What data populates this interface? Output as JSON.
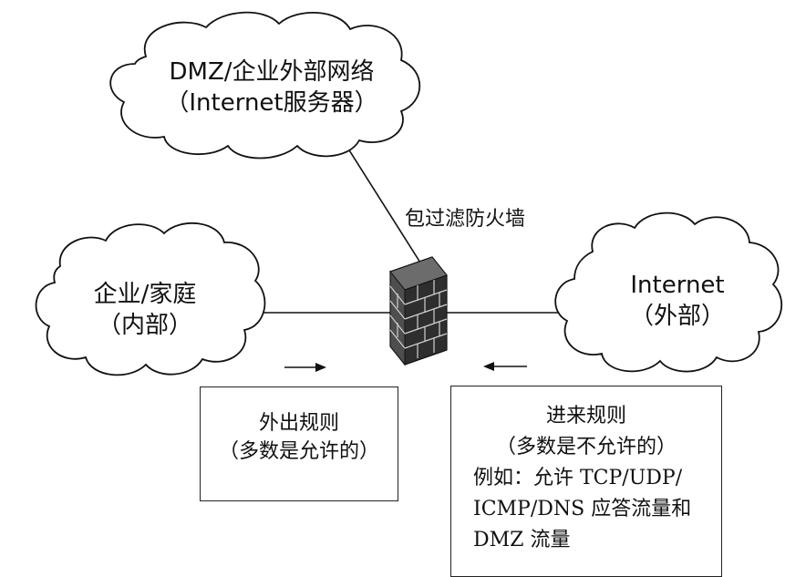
{
  "clouds": {
    "dmz": {
      "line1": "DMZ/企业外部网络",
      "line2": "（Internet服务器）"
    },
    "corporate": {
      "line1": "企业/家庭",
      "line2": "（内部）"
    },
    "internet": {
      "line1": "Internet",
      "line2": "（外部）"
    }
  },
  "firewall": {
    "label": "包过滤防火墙",
    "icon": "brick-firewall-icon"
  },
  "outbound_rules": {
    "title": "外出规则",
    "subtitle": "（多数是允许的）"
  },
  "inbound_rules": {
    "title": "进来规则",
    "subtitle": "（多数是不允许的）",
    "detail_lines": [
      "例如：允许 TCP/UDP/",
      "ICMP/DNS 应答流量和",
      "DMZ 流量"
    ]
  },
  "colors": {
    "ink": "#111111",
    "firewall_brick": "#5a5a5a",
    "firewall_mortar": "#d0d0d0"
  }
}
